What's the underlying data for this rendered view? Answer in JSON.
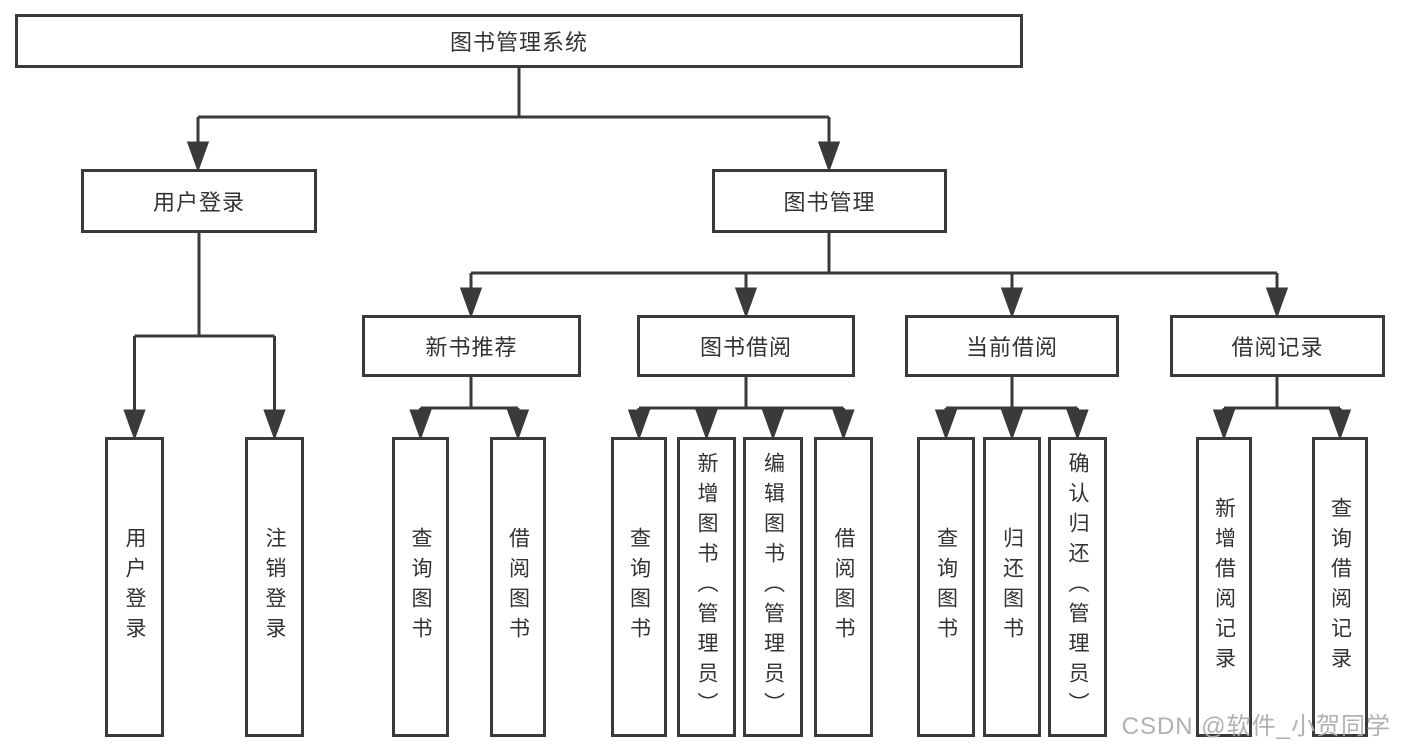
{
  "diagram": {
    "title_node": "图书管理系统",
    "palette": {
      "line": "#3a3a3a",
      "text": "#333333",
      "box_background": "#ffffff",
      "watermark": "#aaadb2"
    },
    "nodes": {
      "root": "图书管理系统",
      "user_login": "用户登录",
      "book_mgmt": "图书管理",
      "new_book_rec": "新书推荐",
      "book_borrow": "图书借阅",
      "current_borrow": "当前借阅",
      "borrow_records": "借阅记录",
      "ul_user_login": "用户登录",
      "ul_logout": "注销登录",
      "nbr_query_books": "查询图书",
      "nbr_borrow_books": "借阅图书",
      "bb_query_books": "查询图书",
      "bb_add_books": "新增图书（管理员）",
      "bb_edit_books": "编辑图书（管理员）",
      "bb_borrow_books": "借阅图书",
      "cb_query_books": "查询图书",
      "cb_return_books": "归还图书",
      "cb_confirm_return": "确认归还（管理员）",
      "br_add_record": "新增借阅记录",
      "br_query_record": "查询借阅记录"
    },
    "watermark": "CSDN @软件_小贺同学"
  }
}
